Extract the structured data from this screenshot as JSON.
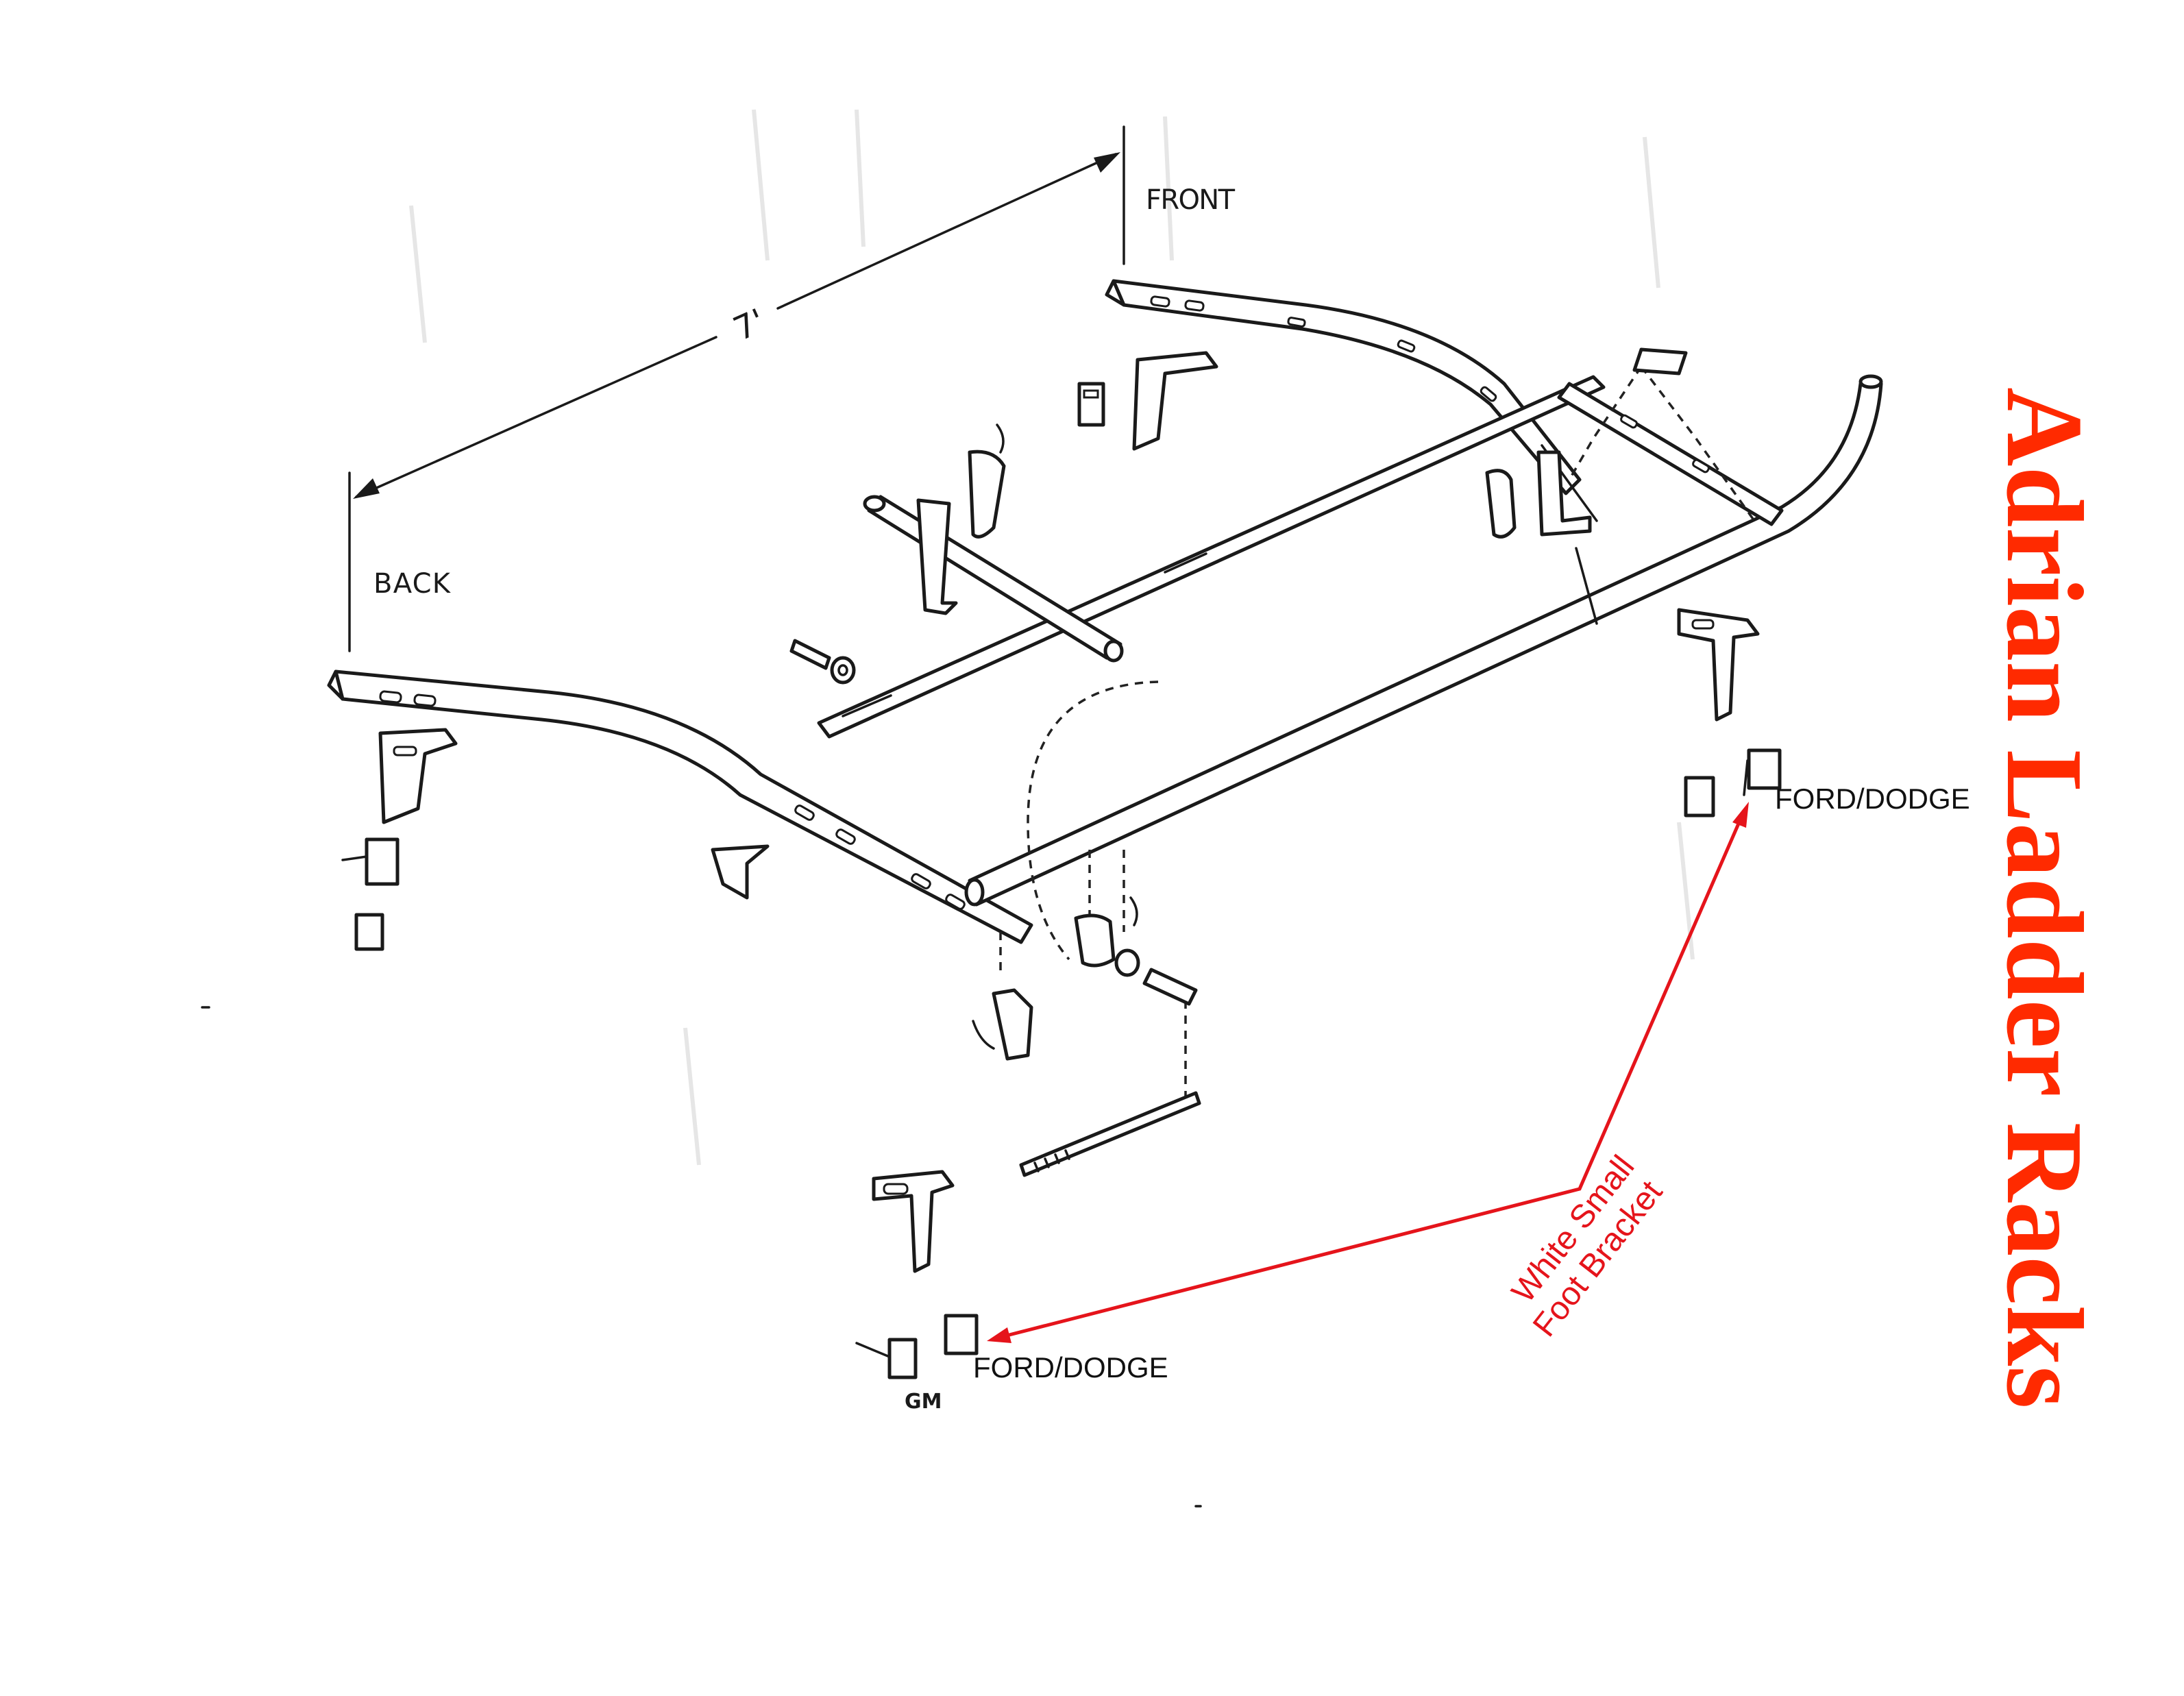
{
  "title": "Adrian Ladder Racks",
  "labels": {
    "front": "FRONT",
    "back": "BACK",
    "length": "7'",
    "ford_dodge_right": "FORD/DODGE",
    "ford_dodge_bottom": "FORD/DODGE",
    "gm": "GM"
  },
  "callout": {
    "line1": "White Small",
    "line2": "Foot Bracket"
  },
  "colors": {
    "brand": "#ff2a00",
    "callout": "#e5141b",
    "line": "#1a1a1a"
  }
}
